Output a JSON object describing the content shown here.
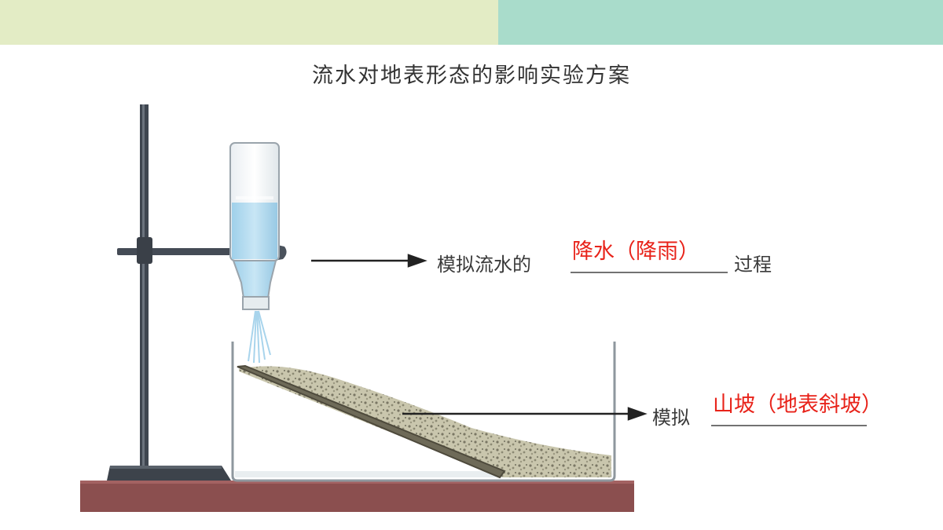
{
  "title": "流水对地表形态的影响实验方案",
  "colors": {
    "bar_left": "#e3ecc5",
    "bar_right": "#a9dccb",
    "answer": "#e8231a",
    "table": "#8b4f4f",
    "stand": "#444b55",
    "water": "#9fd0ea",
    "sand": "#b6b39a"
  },
  "labels": {
    "rain_prefix": "模拟流水的",
    "rain_suffix": "过程",
    "slope_prefix": "模拟"
  },
  "answers": {
    "rain": "降水（降雨）",
    "slope": "山坡（地表斜坡）"
  }
}
